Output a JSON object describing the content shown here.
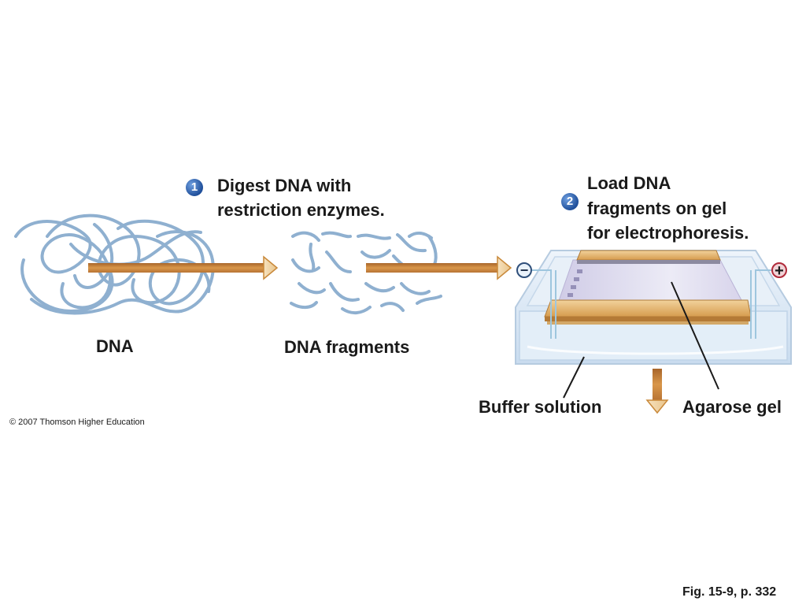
{
  "step1": {
    "number": "1",
    "text_line1": "Digest DNA with",
    "text_line2": "restriction enzymes."
  },
  "step2": {
    "number": "2",
    "text_line1": "Load DNA",
    "text_line2": "fragments on gel",
    "text_line3": "for electrophoresis."
  },
  "labels": {
    "dna": "DNA",
    "dna_fragments": "DNA fragments",
    "buffer_solution": "Buffer solution",
    "agarose_gel": "Agarose gel",
    "negative_electrode": "−",
    "positive_electrode": "+"
  },
  "copyright": "© 2007 Thomson Higher Education",
  "figure_ref": "Fig. 15-9, p. 332",
  "colors": {
    "dna_strand": "#8fb0d0",
    "arrow": "#c9893a",
    "tray": "#d6e6f4",
    "gel": "#d8d4ea",
    "comb": "#e8bf7a",
    "badge": "#2a5fae"
  }
}
